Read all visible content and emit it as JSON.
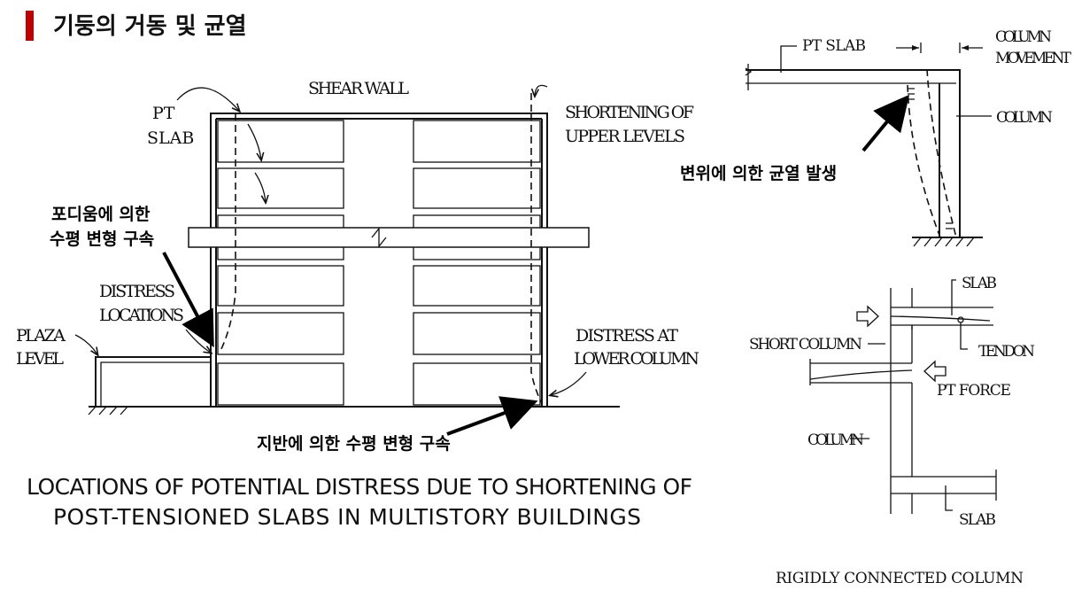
{
  "title": "기둥의 거동 및 균열",
  "accent_color": "#c00000",
  "left_diagram": {
    "labels": {
      "shear_wall": "SHEAR WALL",
      "pt": "PT",
      "slab": "SLAB",
      "shortening_1": "SHORTENING OF",
      "shortening_2": "UPPER LEVELS",
      "distress_1": "DISTRESS",
      "distress_2": "LOCATIONS",
      "plaza_1": "PLAZA",
      "plaza_2": "LEVEL",
      "distress_at_1": "DISTRESS AT",
      "distress_at_2": "LOWER COLUMN"
    },
    "korean_notes": {
      "podium_1": "포디움에 의한",
      "podium_2": "수평 변형 구속",
      "ground": "지반에 의한 수평 변형 구속"
    },
    "caption_1": "LOCATIONS OF POTENTIAL DISTRESS DUE TO SHORTENING OF",
    "caption_2": "POST-TENSIONED SLABS IN MULTISTORY BUILDINGS"
  },
  "top_right_diagram": {
    "pt_slab": "PT SLAB",
    "column_movement_1": "COLUMN",
    "column_movement_2": "MOVEMENT",
    "column": "COLUMN",
    "korean_note": "변위에 의한 균열 발생"
  },
  "bottom_right_diagram": {
    "slab_top": "SLAB",
    "short_column": "SHORT COLUMN",
    "tendon": "TENDON",
    "pt_force": "PT FORCE",
    "column": "COLUMN",
    "slab_bottom": "SLAB",
    "caption": "RIGIDLY CONNECTED COLUMN"
  }
}
